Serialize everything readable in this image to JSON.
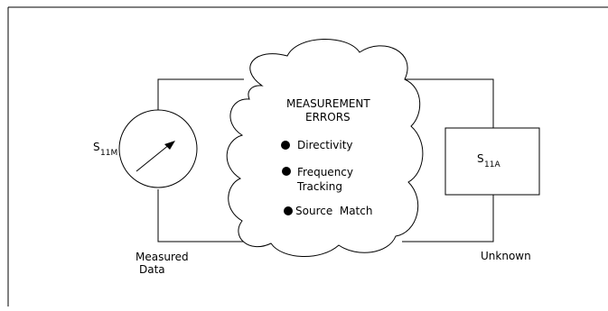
{
  "diagram": {
    "cloud_title_line1": "MEASUREMENT",
    "cloud_title_line2": "ERRORS",
    "errors": [
      "Directivity",
      "Frequency",
      "Tracking",
      "Source  Match"
    ],
    "meter_label_main": "S",
    "meter_label_sub": "11M",
    "unknown_label_main": "S",
    "unknown_label_sub": "11A",
    "measured_line1": "Measured",
    "measured_line2": "Data",
    "unknown_caption": "Unknown"
  }
}
